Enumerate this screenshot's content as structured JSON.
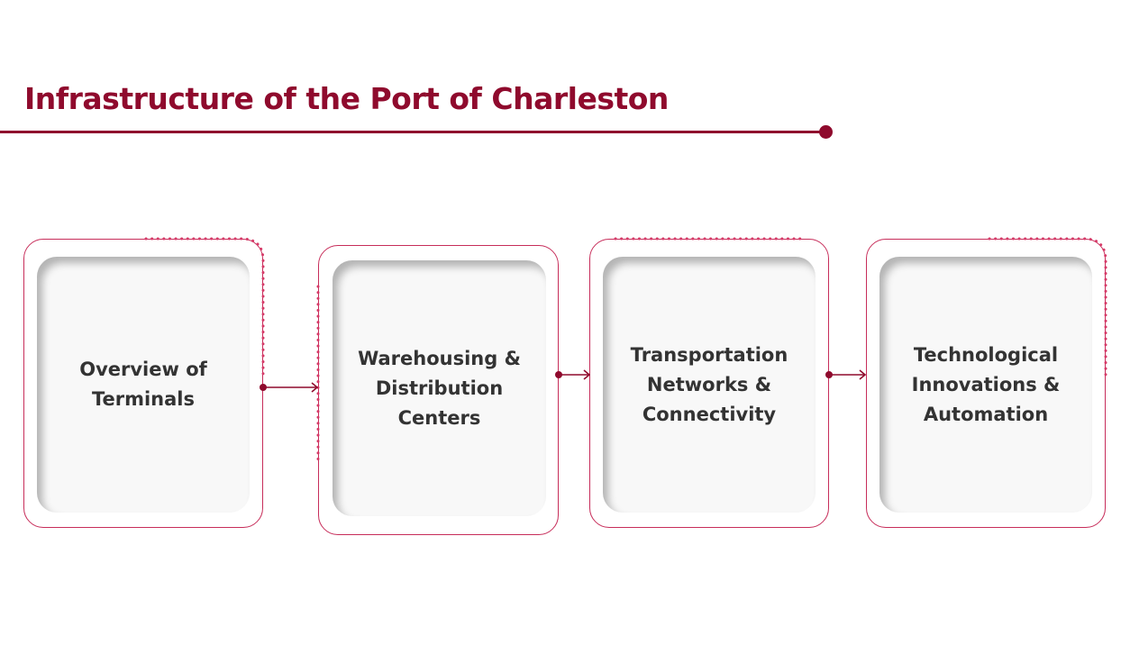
{
  "title": "Infrastructure of the Port of Charleston",
  "colors": {
    "title": "#8f0a2d",
    "card_border": "#c72d5a",
    "connector": "#8f0a2d",
    "dots": "#d63a68",
    "card_fill": "#f8f8f8",
    "text": "#333333"
  },
  "steps": [
    {
      "label": "Overview of Terminals"
    },
    {
      "label": "Warehousing & Distribution Centers"
    },
    {
      "label": "Transportation Networks & Connectivity"
    },
    {
      "label": "Technological Innovations & Automation"
    }
  ]
}
